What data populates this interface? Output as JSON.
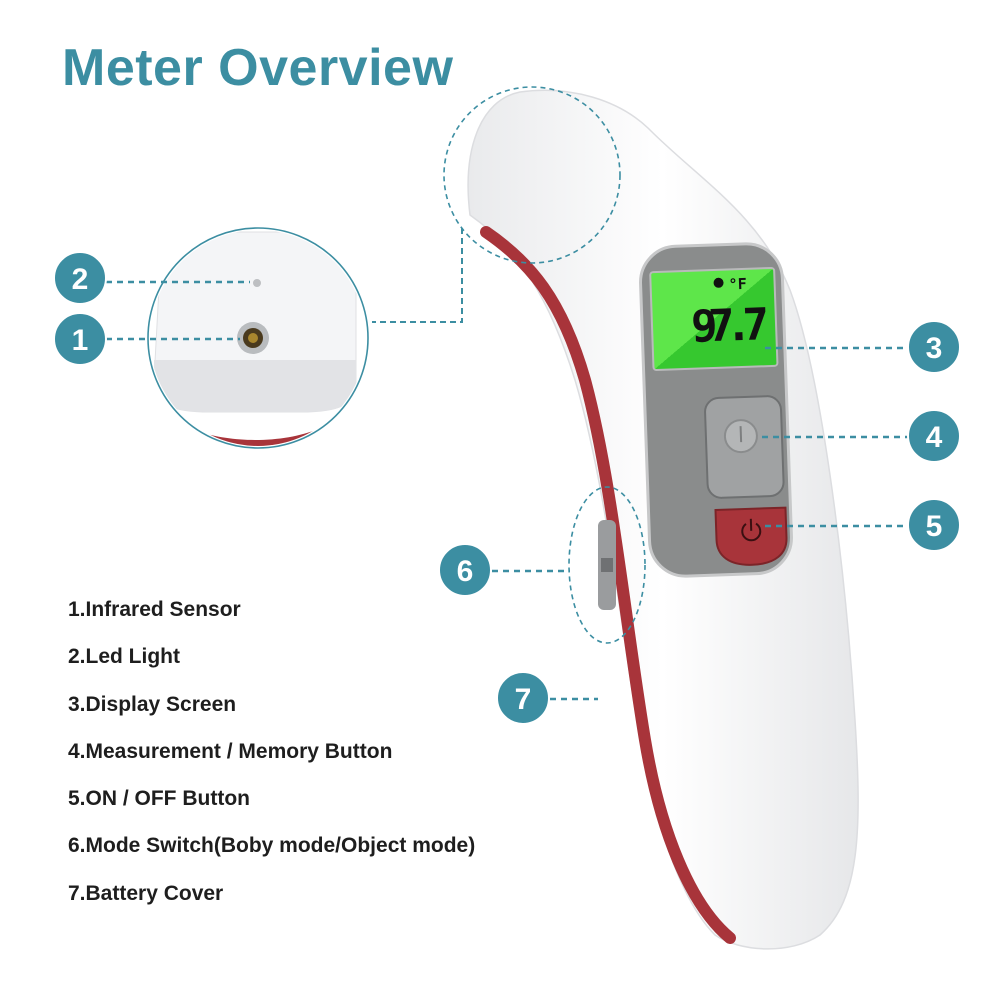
{
  "title": "Meter Overview",
  "colors": {
    "accent": "#3c8ea2",
    "body_red": "#a8343a",
    "screen_green": "#3fd33a",
    "panel_grey": "#8a8c8c"
  },
  "display": {
    "reading": "97.7",
    "unit": "°F",
    "mode_icon": "head-icon"
  },
  "callouts": [
    "1",
    "2",
    "3",
    "4",
    "5",
    "6",
    "7"
  ],
  "legend": [
    "1.Infrared Sensor",
    "2.Led Light",
    "3.Display Screen",
    "4.Measurement / Memory Button",
    "5.ON / OFF Button",
    "6.Mode Switch(Boby mode/Object mode)",
    "7.Battery Cover"
  ]
}
